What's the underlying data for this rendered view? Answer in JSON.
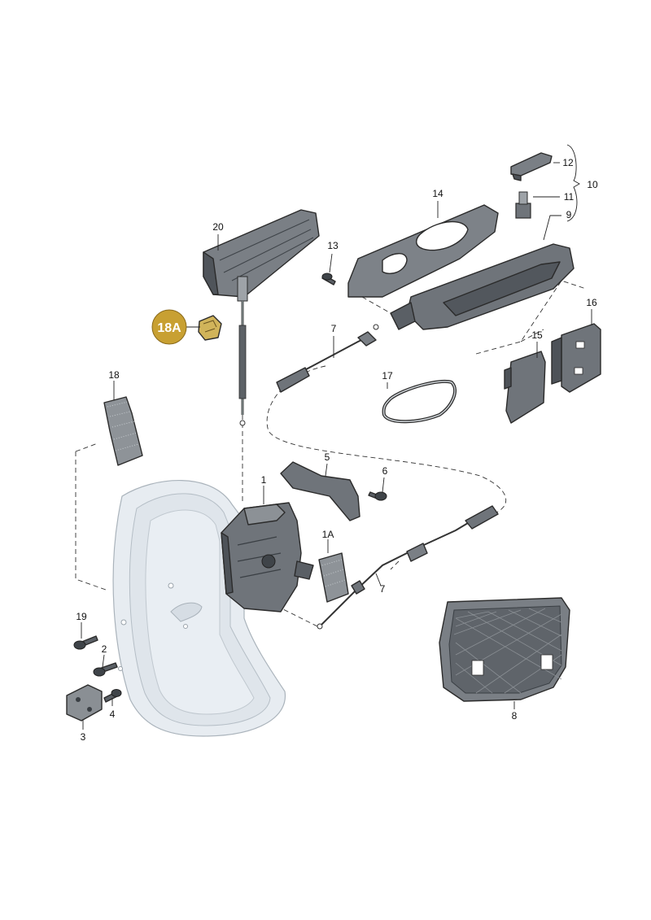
{
  "labels": {
    "p1": "1",
    "p1a": "1A",
    "p2": "2",
    "p3": "3",
    "p4": "4",
    "p5": "5",
    "p6": "6",
    "p7a": "7",
    "p7b": "7",
    "p8": "8",
    "p9": "9",
    "p10": "10",
    "p11": "11",
    "p12": "12",
    "p13": "13",
    "p14": "14",
    "p15": "15",
    "p16": "16",
    "p17": "17",
    "p18": "18",
    "p18a": "18A",
    "p19": "19",
    "p20": "20"
  },
  "colors": {
    "part_fill": "#6f747a",
    "part_dark": "#4d5258",
    "part_light": "#9ea3a8",
    "door_fill": "#e7ecf1",
    "highlight": "#c8a032"
  }
}
